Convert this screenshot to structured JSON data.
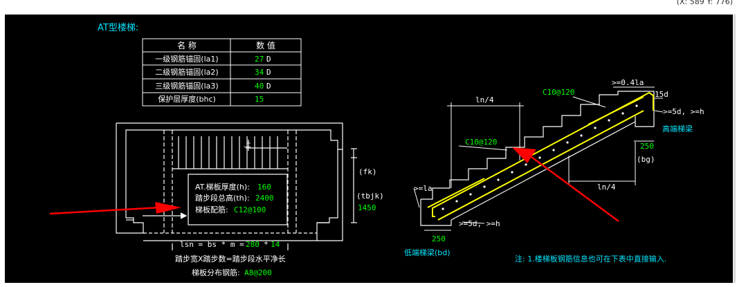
{
  "window": {
    "coords": "(X: 589 Y: 776)"
  },
  "title": "AT型楼梯:",
  "table": {
    "headers": [
      "名  称",
      "数  值"
    ],
    "rows": [
      {
        "name": "一级钢筋锚固(la1)",
        "value": "27",
        "unit": "D"
      },
      {
        "name": "二级钢筋锚固(la2)",
        "value": "34",
        "unit": "D"
      },
      {
        "name": "三级钢筋锚固(la3)",
        "value": "40",
        "unit": "D"
      },
      {
        "name": "保护层厚度(bhc)",
        "value": "15",
        "unit": ""
      }
    ]
  },
  "plan": {
    "up_label": "上",
    "thickness_label": "AT.梯板厚度(h):",
    "thickness_value": "160",
    "height_label": "踏步段总高(th):",
    "height_value": "2400",
    "rebar_label": "梯板配筋:",
    "rebar_value": "C12@100",
    "dim_fk": "(fk)",
    "dim_tbjk": "(tbjk)",
    "dim_1450": "1450",
    "lsn_formula": "lsn = bs * m =",
    "lsn_bs": "280",
    "lsn_op": "*",
    "lsn_m": "14",
    "step_desc": "踏步宽X踏步数=踏步段水平净长",
    "dist_label": "梯板分布钢筋:",
    "dist_value": "A8@200"
  },
  "section": {
    "ln4_top": "ln/4",
    "ln4_bottom": "ln/4",
    "c10_top": "C10@120",
    "c10_mid": "C10@120",
    "dim_041a": ">=0.4la",
    "dim_5d_top": ">=5d, >=h",
    "dim_15d": "15d",
    "dim_la": ">=la",
    "dim_5d_bottom": ">=5d, >=h",
    "high_beam": "高端梯梁",
    "low_beam": "低端梯梁(bd)",
    "dim_250_right": "250",
    "dim_bg": "(bg)",
    "dim_250_left": "250"
  },
  "note": "注: 1.楼梯板钢筋信息也可在下表中直接输入.",
  "colors": {
    "background": "#000000",
    "line": "#ffffff",
    "green": "#00ff00",
    "cyan": "#00e5ff",
    "yellow": "#ffff00",
    "arrow": "#ff0000"
  }
}
